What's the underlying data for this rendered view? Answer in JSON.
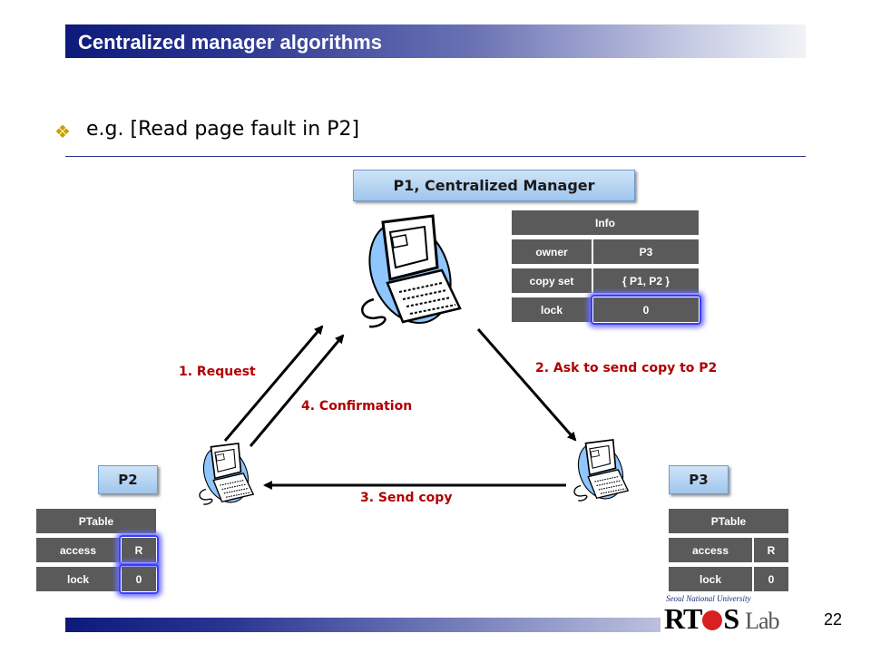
{
  "slide": {
    "title": "Centralized manager algorithms",
    "bullet": "e.g. [Read page fault in P2]",
    "page_number": "22"
  },
  "manager": {
    "label": "P1, Centralized Manager",
    "info": {
      "header": "Info",
      "rows": [
        {
          "key": "owner",
          "value": "P3"
        },
        {
          "key": "copy set",
          "value": "{ P1, P2 }"
        },
        {
          "key": "lock",
          "value": "0"
        }
      ]
    }
  },
  "nodes": {
    "p2": {
      "label": "P2",
      "table": {
        "header": "PTable",
        "rows": [
          {
            "key": "access",
            "value": "R"
          },
          {
            "key": "lock",
            "value": "0"
          }
        ]
      }
    },
    "p3": {
      "label": "P3",
      "table": {
        "header": "PTable",
        "rows": [
          {
            "key": "access",
            "value": "R"
          },
          {
            "key": "lock",
            "value": "0"
          }
        ]
      }
    }
  },
  "steps": {
    "s1": "1. Request",
    "s2": "2. Ask to send copy to P2",
    "s3": "3. Send copy",
    "s4": "4. Confirmation"
  },
  "logo": {
    "university": "Seoul National University",
    "name_left": "RT",
    "name_right": "S",
    "lab": "Lab"
  },
  "colors": {
    "title_bar_dark": "#0e1a7a",
    "step_label": "#b00000",
    "table_cell": "#5a5a5a",
    "highlight_glow": "#3a3cff",
    "label_box": "#9fc6ec",
    "logo_dot": "#d82020"
  },
  "icons": {
    "manager_computer": "computer-icon",
    "p2_computer": "computer-icon",
    "p3_computer": "computer-icon",
    "bullet": "diamond-bullet-icon"
  }
}
